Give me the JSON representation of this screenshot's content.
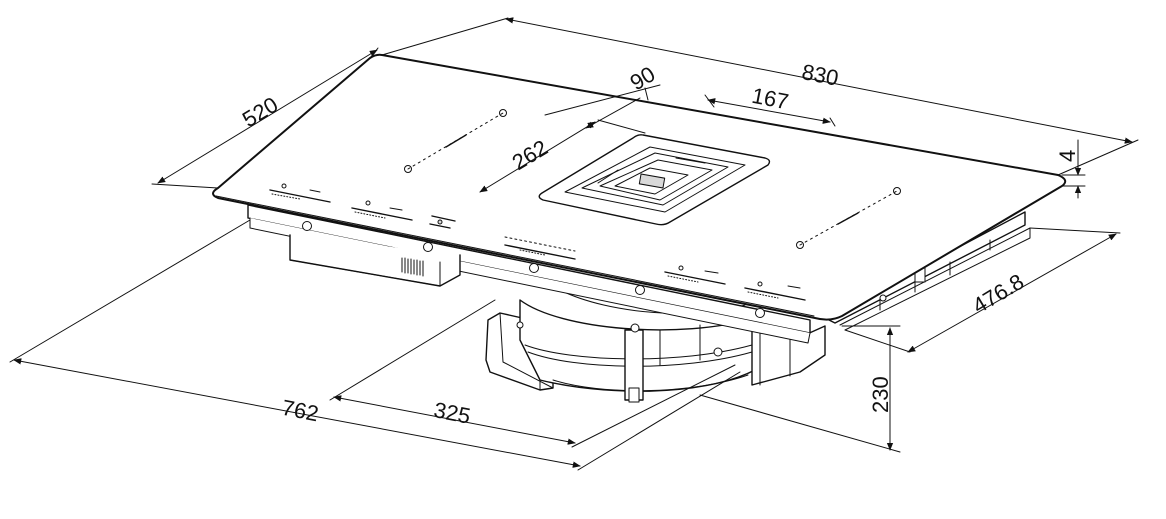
{
  "dimensions": {
    "d830": "830",
    "d520": "520",
    "d90": "90",
    "d167": "167",
    "d262": "262",
    "d4": "4",
    "d4768": "476.8",
    "d230": "230",
    "d762": "762",
    "d325": "325"
  }
}
